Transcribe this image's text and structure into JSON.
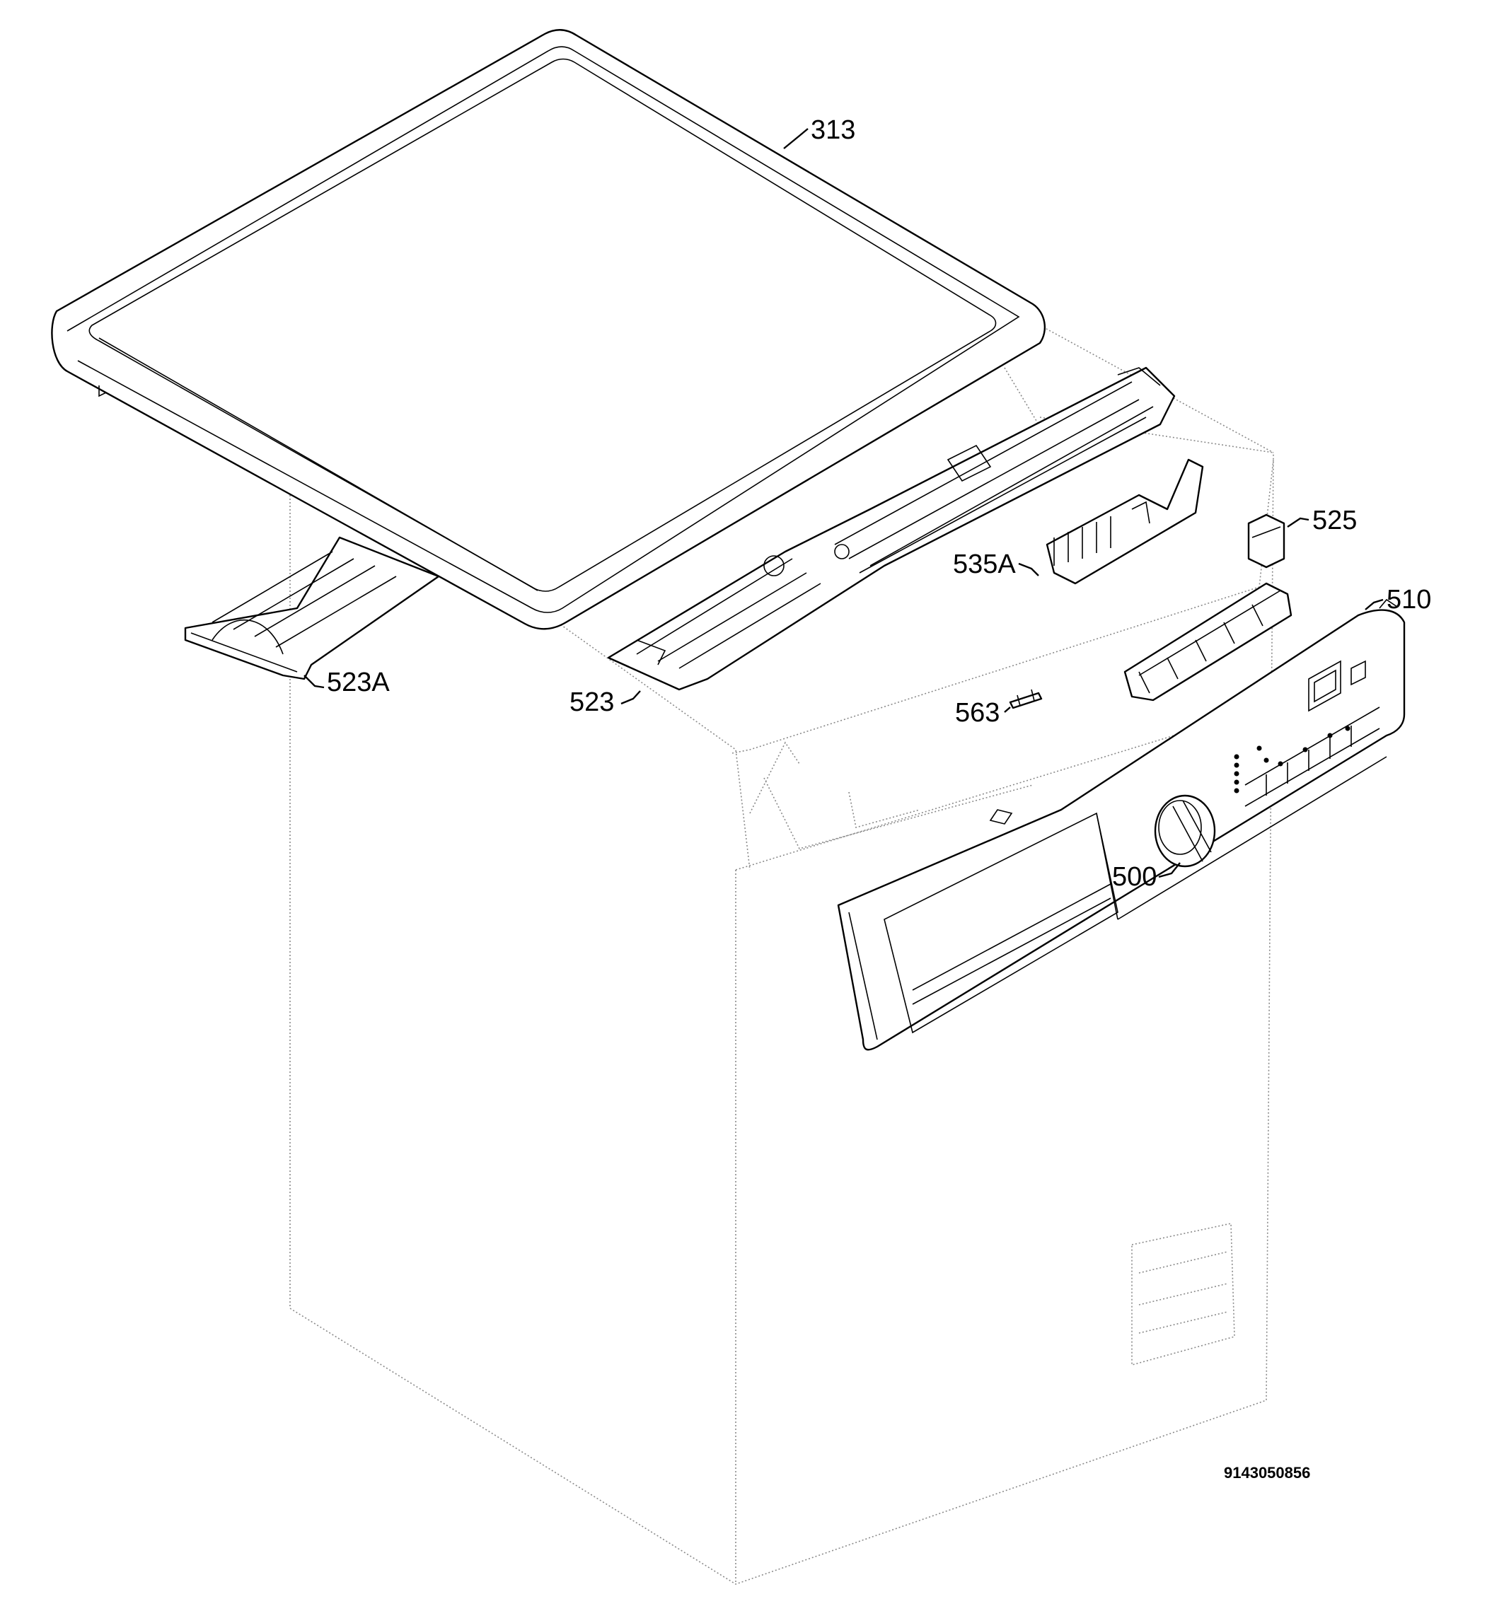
{
  "labels": {
    "p313": "313",
    "p525": "525",
    "p535a": "535A",
    "p510": "510",
    "p523a": "523A",
    "p523": "523",
    "p563": "563",
    "p500": "500"
  },
  "drawing_number": "9143050856"
}
